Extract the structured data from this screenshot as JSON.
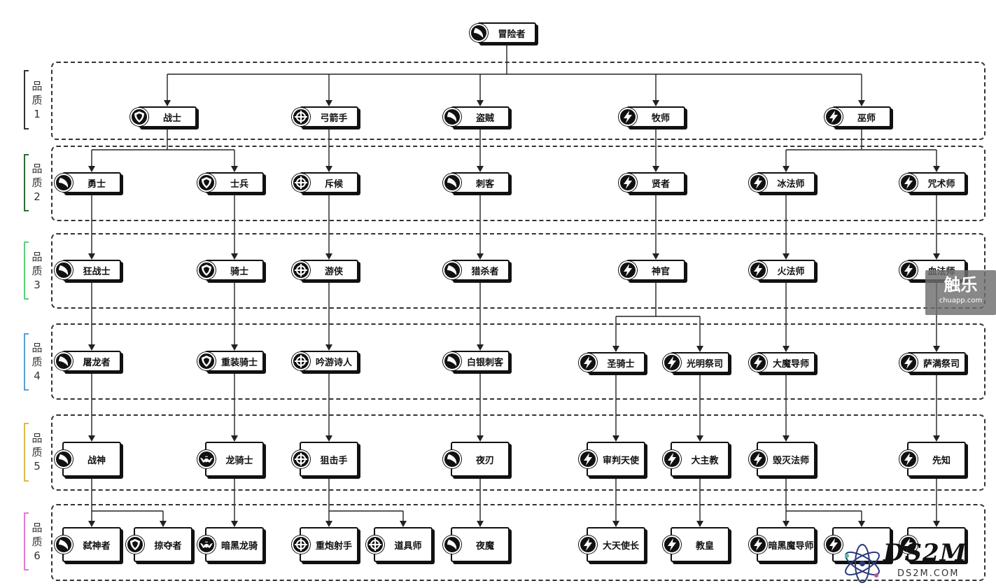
{
  "tiers": [
    {
      "label": [
        "品",
        "质",
        "1"
      ],
      "color": "#333333"
    },
    {
      "label": [
        "品",
        "质",
        "2"
      ],
      "color": "#2e6b34"
    },
    {
      "label": [
        "品",
        "质",
        "3"
      ],
      "color": "#5ccf7a"
    },
    {
      "label": [
        "品",
        "质",
        "4"
      ],
      "color": "#5a9fd6"
    },
    {
      "label": [
        "品",
        "质",
        "5"
      ],
      "color": "#d9bb4a"
    },
    {
      "label": [
        "品",
        "质",
        "6"
      ],
      "color": "#e07ad8"
    }
  ],
  "nodes": {
    "root": {
      "label": "冒险者",
      "icon": "blade-icon"
    },
    "warrior": {
      "label": "战士",
      "icon": "shield-icon"
    },
    "archer": {
      "label": "弓箭手",
      "icon": "crosshair-icon"
    },
    "thief": {
      "label": "盗贼",
      "icon": "blade-icon"
    },
    "priest": {
      "label": "牧师",
      "icon": "lightning-icon"
    },
    "shaman": {
      "label": "巫师",
      "icon": "lightning-icon"
    },
    "brave": {
      "label": "勇士",
      "icon": "blade-icon"
    },
    "soldier": {
      "label": "士兵",
      "icon": "shield-icon"
    },
    "scout": {
      "label": "斥候",
      "icon": "crosshair-icon"
    },
    "assassin": {
      "label": "刺客",
      "icon": "blade-icon"
    },
    "sage": {
      "label": "贤者",
      "icon": "lightning-icon"
    },
    "icemage": {
      "label": "冰法师",
      "icon": "lightning-icon"
    },
    "warlock": {
      "label": "咒术师",
      "icon": "lightning-icon"
    },
    "berserker": {
      "label": "狂战士",
      "icon": "blade-icon"
    },
    "knight": {
      "label": "骑士",
      "icon": "shield-icon"
    },
    "ranger": {
      "label": "游侠",
      "icon": "crosshair-icon"
    },
    "hunter": {
      "label": "猎杀者",
      "icon": "blade-icon"
    },
    "cleric": {
      "label": "神官",
      "icon": "lightning-icon"
    },
    "firemage": {
      "label": "火法师",
      "icon": "lightning-icon"
    },
    "bloodmage": {
      "label": "血法师",
      "icon": "lightning-icon"
    },
    "dragonslayer": {
      "label": "屠龙者",
      "icon": "blade-icon"
    },
    "heavyknight": {
      "label": "重装骑士",
      "icon": "shield-icon"
    },
    "bard": {
      "label": "吟游诗人",
      "icon": "crosshair-icon"
    },
    "silverassassin": {
      "label": "白银刺客",
      "icon": "blade-icon"
    },
    "paladin": {
      "label": "圣骑士",
      "icon": "lightning-icon"
    },
    "lightpriest": {
      "label": "光明祭司",
      "icon": "lightning-icon"
    },
    "archmage": {
      "label": "大魔导师",
      "icon": "lightning-icon"
    },
    "shamanpriest": {
      "label": "萨满祭司",
      "icon": "lightning-icon"
    },
    "wargod": {
      "label": "战神",
      "icon": "blade-icon"
    },
    "dragonknight": {
      "label": "龙骑士",
      "icon": "bat-icon"
    },
    "sniper": {
      "label": "狙击手",
      "icon": "crosshair-icon"
    },
    "nightblade": {
      "label": "夜刃",
      "icon": "blade-icon"
    },
    "judgeangel": {
      "label": "审判天使",
      "icon": "lightning-icon"
    },
    "archbishop": {
      "label": "大主教",
      "icon": "lightning-icon"
    },
    "destroyer": {
      "label": "毁灭法师",
      "icon": "lightning-icon"
    },
    "prophet": {
      "label": "先知",
      "icon": "lightning-icon"
    },
    "godslayer": {
      "label": "弑神者",
      "icon": "blade-icon"
    },
    "plunderer": {
      "label": "掠夺者",
      "icon": "shield-icon"
    },
    "darkdragonknight": {
      "label": "暗黑龙骑",
      "icon": "bat-icon"
    },
    "cannoneer": {
      "label": "重炮射手",
      "icon": "crosshair-icon"
    },
    "toolmaster": {
      "label": "道具师",
      "icon": "crosshair-icon"
    },
    "nightdemon": {
      "label": "夜魔",
      "icon": "blade-icon"
    },
    "archangel": {
      "label": "大天使长",
      "icon": "lightning-icon"
    },
    "pope": {
      "label": "教皇",
      "icon": "lightning-icon"
    },
    "darkarchmage": {
      "label": "暗黑魔导师",
      "icon": "lightning-icon"
    },
    "hidden1": {
      "label": "",
      "icon": "lightning-icon"
    },
    "hidden2": {
      "label": "",
      "icon": "lightning-icon"
    }
  },
  "watermarks": {
    "top": {
      "title": "触乐",
      "url": "chuapp.com"
    },
    "bottom": {
      "logo": "DS2M",
      "url": "DS2M.COM"
    }
  }
}
